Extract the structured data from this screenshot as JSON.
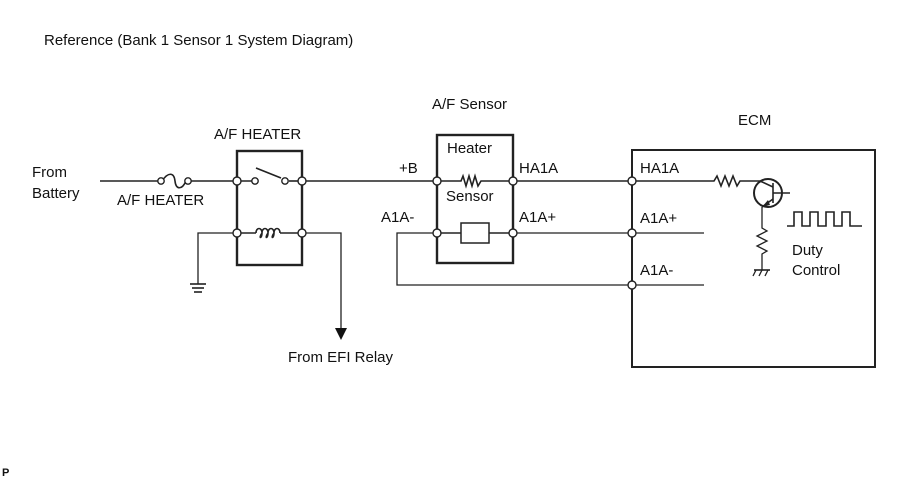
{
  "title": "Reference (Bank 1 Sensor 1 System Diagram)",
  "left": {
    "from_battery": [
      "From",
      "Battery"
    ],
    "fuse_label": "A/F HEATER",
    "relay_label": "A/F HEATER",
    "efi_label": "From EFI Relay"
  },
  "sensor": {
    "title": "A/F Sensor",
    "heater_label": "Heater",
    "sensor_label": "Sensor",
    "pin_plus_b": "+B",
    "pin_ha1a": "HA1A",
    "pin_a1a_minus": "A1A-",
    "pin_a1a_plus": "A1A+"
  },
  "ecm": {
    "title": "ECM",
    "pin_ha1a": "HA1A",
    "pin_a1a_plus": "A1A+",
    "pin_a1a_minus": "A1A-",
    "duty_control": [
      "Duty",
      "Control"
    ]
  },
  "footer": {
    "mark": "P"
  },
  "icons": {
    "fuse": "fuse-icon",
    "relay_switch": "relay-switch-icon",
    "relay_coil": "coil-icon",
    "ground": "ground-icon",
    "heater_resistor": "resistor-icon",
    "sensor_element": "sensor-element-icon",
    "transistor": "transistor-icon",
    "pulse_wave": "square-wave-icon",
    "arrow": "arrow-down-icon"
  }
}
